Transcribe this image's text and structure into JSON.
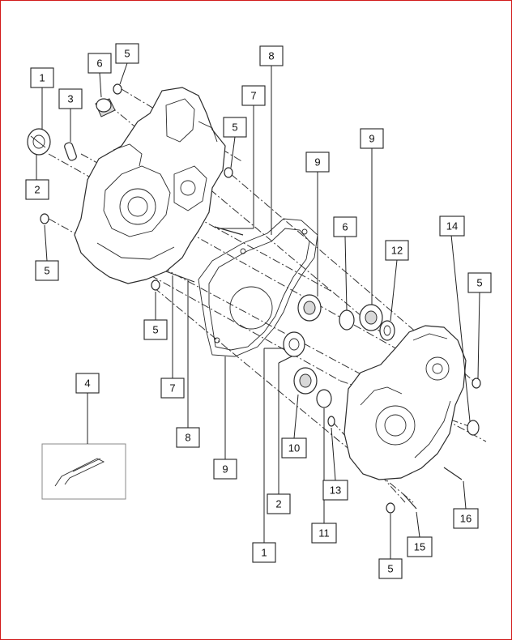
{
  "callouts": {
    "c1a": "1",
    "c2a": "2",
    "c3": "3",
    "c6a": "6",
    "c5a": "5",
    "c8a": "8",
    "c7a": "7",
    "c5b": "5",
    "c9a": "9",
    "c9b": "9",
    "c6b": "6",
    "c12": "12",
    "c14": "14",
    "c5c": "5",
    "c5d": "5",
    "c5e": "5",
    "c4": "4",
    "c7b": "7",
    "c8b": "8",
    "c9c": "9",
    "c10": "10",
    "c13": "13",
    "c2b": "2",
    "c11": "11",
    "c1b": "1",
    "c16": "16",
    "c15": "15",
    "c5f": "5"
  }
}
